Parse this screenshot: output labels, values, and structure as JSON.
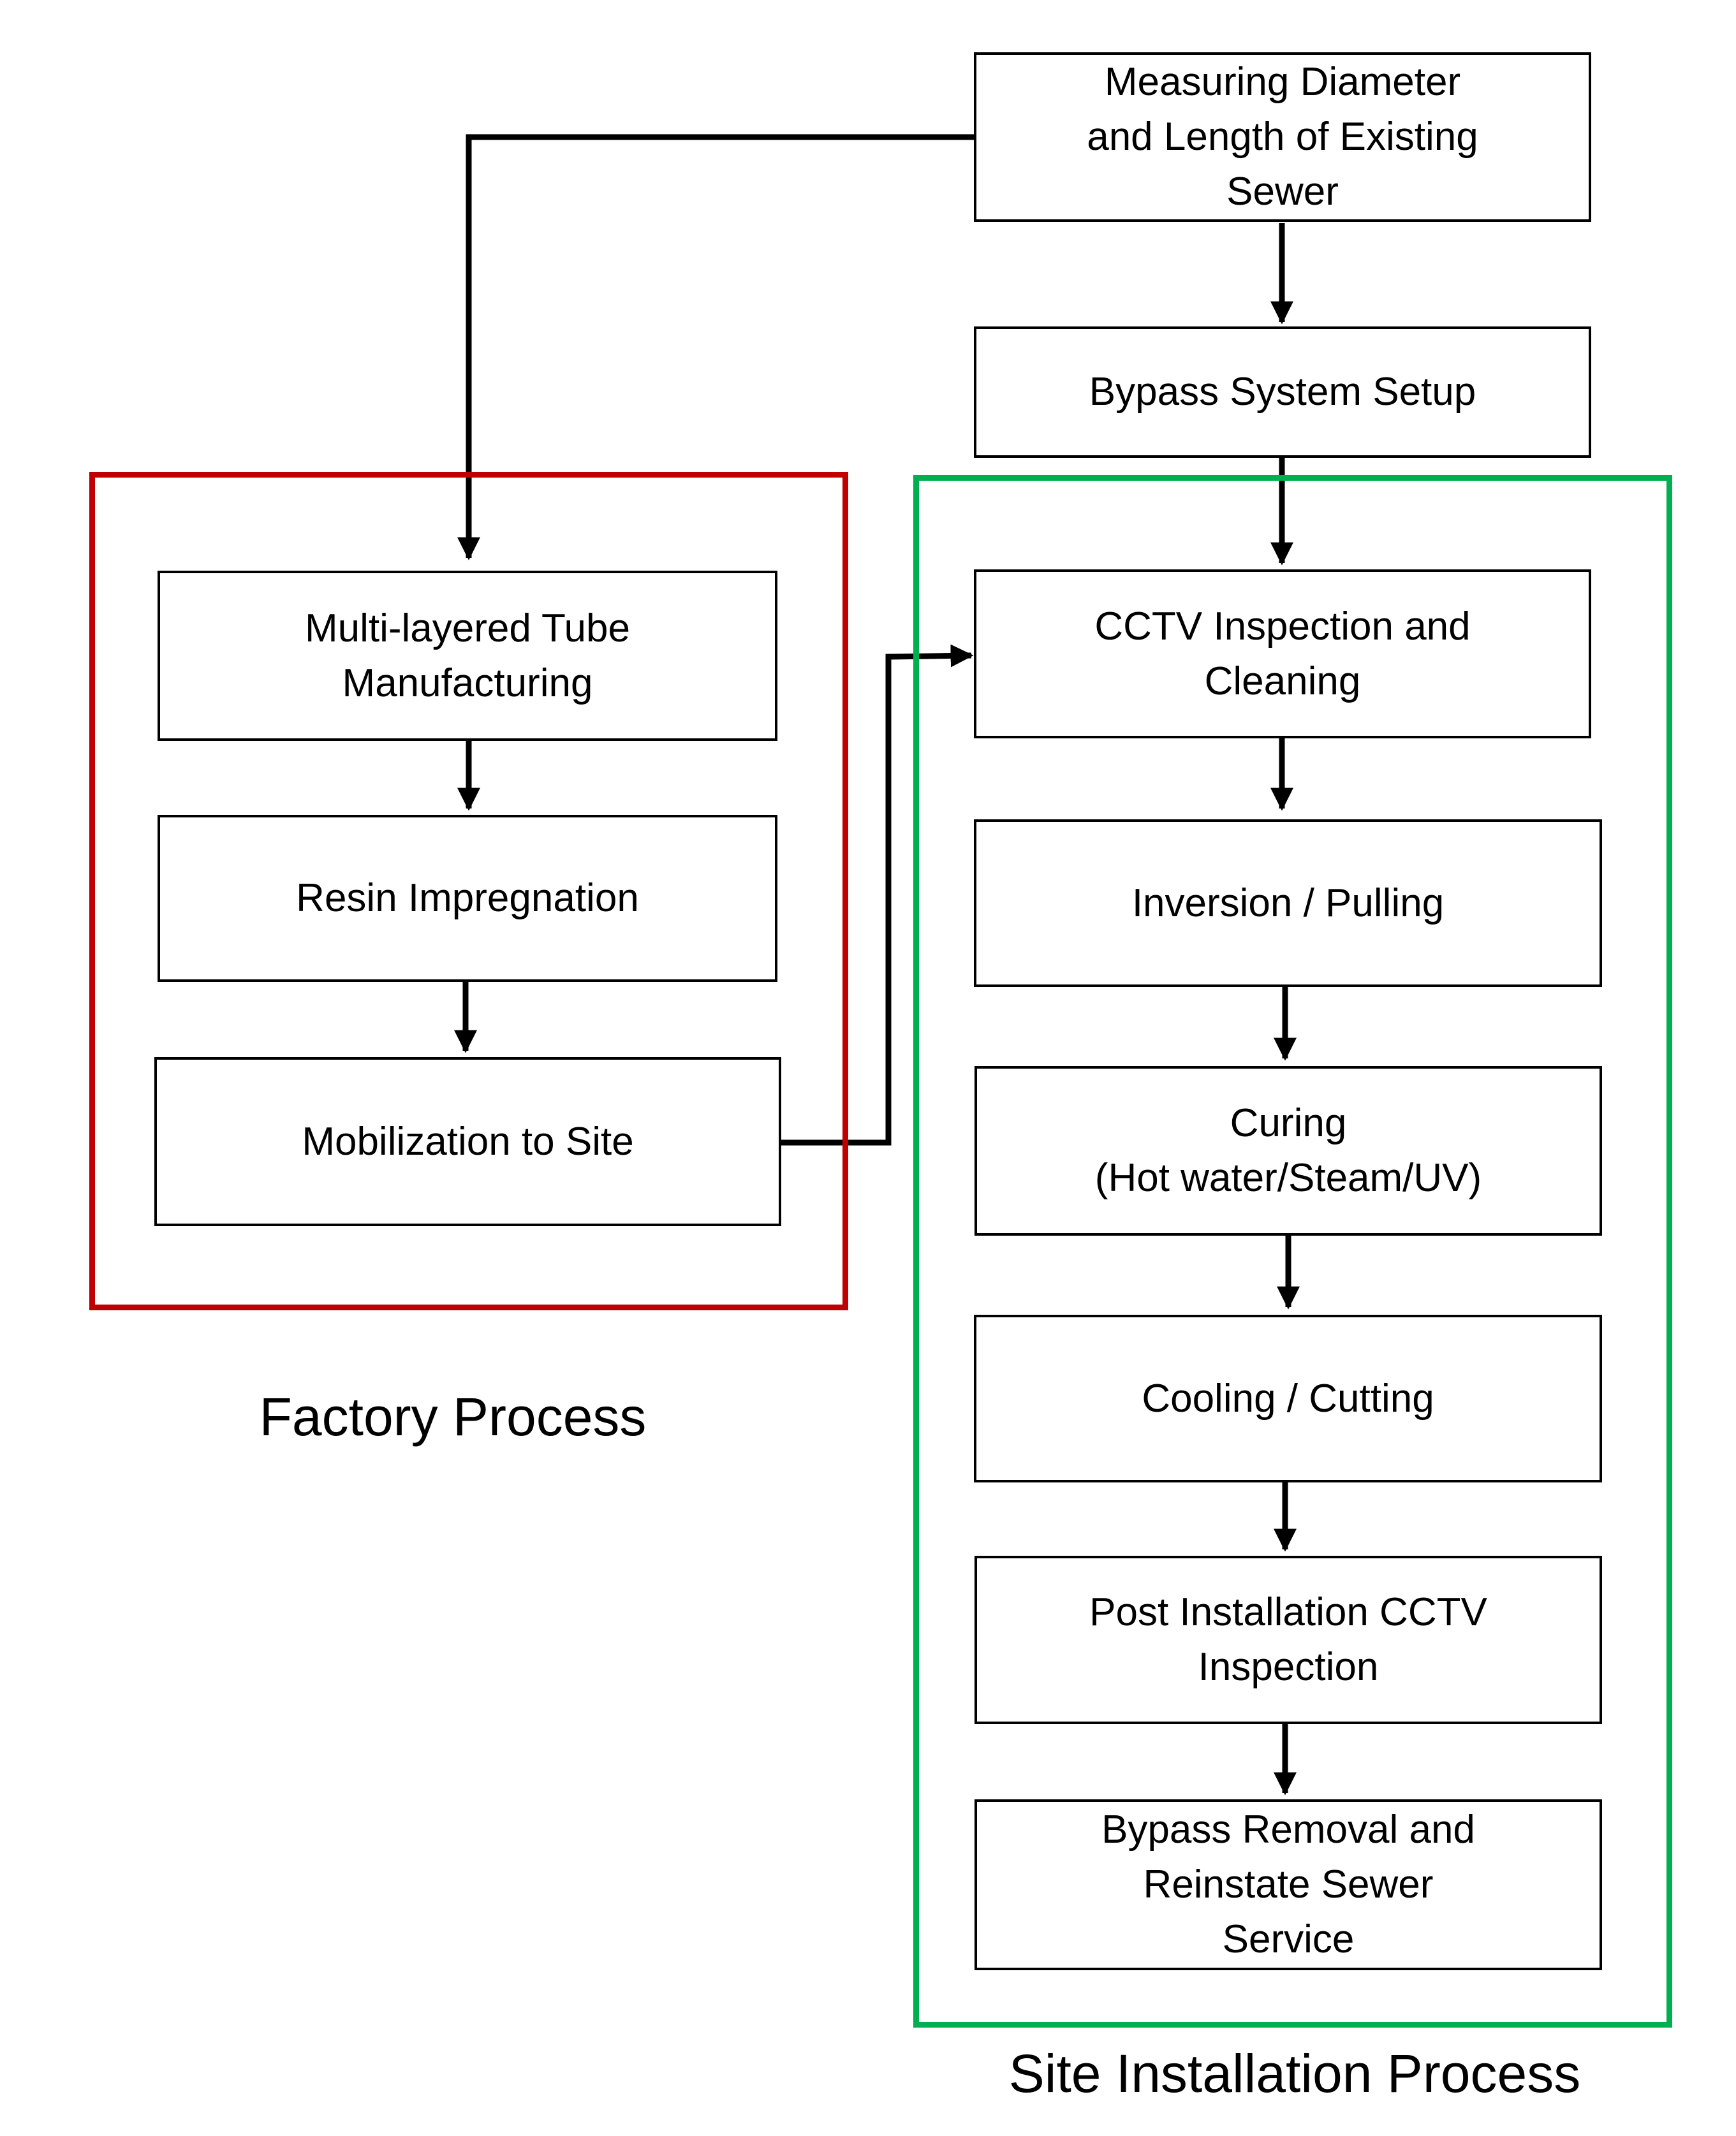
{
  "colors": {
    "factory_frame": "#c00000",
    "site_frame": "#00b050",
    "box_border": "#000000",
    "arrow": "#000000"
  },
  "steps": {
    "measure": "Measuring Diameter\nand Length of Existing\nSewer",
    "bypass_setup": "Bypass System Setup",
    "tube_mfg": "Multi-layered Tube\nManufacturing",
    "resin": "Resin Impregnation",
    "mobilization": "Mobilization to Site",
    "cctv_cleaning": "CCTV Inspection and\nCleaning",
    "inversion": "Inversion / Pulling",
    "curing": "Curing\n(Hot water/Steam/UV)",
    "cooling": "Cooling / Cutting",
    "post_cctv": "Post Installation CCTV\nInspection",
    "bypass_removal": "Bypass Removal and\nReinstate Sewer\nService"
  },
  "groups": {
    "factory": "Factory Process",
    "site": "Site Installation Process"
  }
}
